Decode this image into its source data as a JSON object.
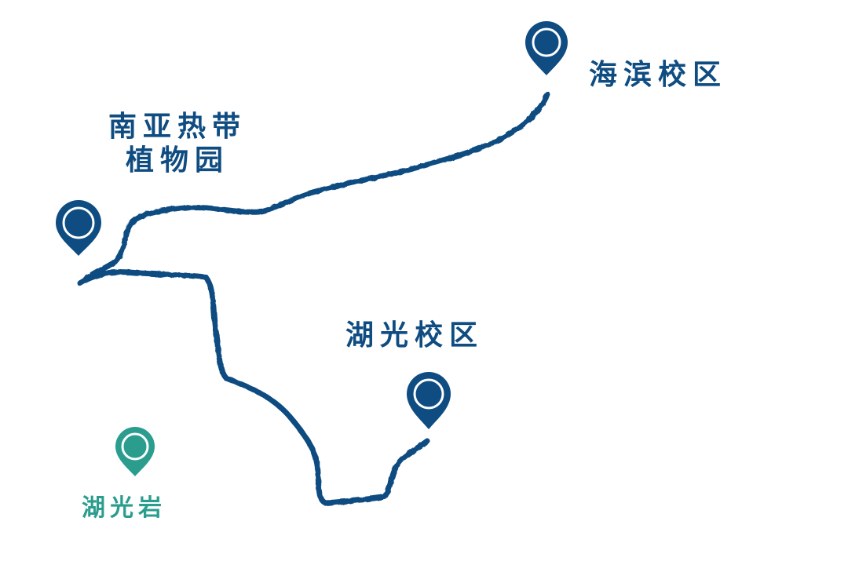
{
  "colors": {
    "route": "#0f4c81",
    "marker_primary": "#0f4c81",
    "marker_secondary": "#2a9d8f",
    "background": "#ffffff"
  },
  "icons": {
    "place_marker": "map-pin-icon"
  },
  "places": {
    "haibin": {
      "name": "海滨校区",
      "marker_color": "primary"
    },
    "garden": {
      "name_line1": "南亚热带",
      "name_line2": "植物园",
      "marker_color": "primary"
    },
    "huguang": {
      "name": "湖光校区",
      "marker_color": "primary"
    },
    "rock": {
      "name": "湖光岩",
      "marker_color": "secondary"
    }
  },
  "route": {
    "from": "haibin",
    "via": "garden",
    "to": "huguang"
  }
}
